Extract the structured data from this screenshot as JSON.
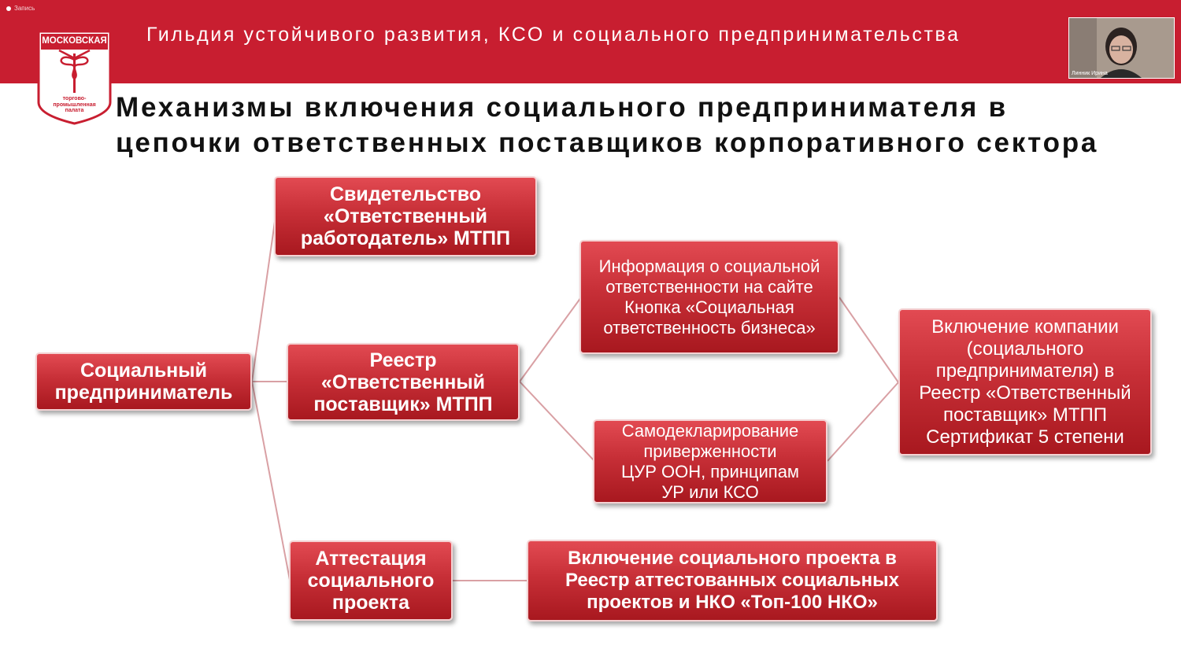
{
  "recording": {
    "label": "Запись"
  },
  "header": {
    "title": "Гильдия устойчивого развития, КСО и социального предпринимательства",
    "logo": {
      "top_text": "МОСКОВСКАЯ",
      "bottom_lines": [
        "торгово-",
        "промышленная",
        "палата"
      ]
    },
    "video": {
      "participant_name": "Линник Ирина"
    }
  },
  "slide": {
    "title_lines": [
      "Механизмы включения социального предпринимателя в",
      "цепочки ответственных поставщиков корпоративного сектора"
    ],
    "nodes": {
      "social_entrepreneur": [
        "Социальный",
        "предприниматель"
      ],
      "employer_certificate": [
        "Свидетельство",
        "«Ответственный",
        "работодатель» МТПП"
      ],
      "supplier_registry": [
        "Реестр",
        "«Ответственный",
        "поставщик» МТПП"
      ],
      "project_attestation": [
        "Аттестация",
        "социального",
        "проекта"
      ],
      "website_info": [
        "Информация о социальной",
        "ответственности на сайте",
        "Кнопка «Социальная",
        "ответственность бизнеса»"
      ],
      "self_declaration": [
        "Самодекларирование",
        "приверженности",
        "ЦУР ООН, принципам",
        "УР или КСО"
      ],
      "company_inclusion": [
        "Включение компании",
        "(социального",
        "предпринимателя) в",
        "Реестр «Ответственный",
        "поставщик» МТПП",
        "Сертификат 5 степени"
      ],
      "project_inclusion": [
        "Включение социального проекта в",
        "Реестр аттестованных социальных",
        "проектов и НКО «Топ-100 НКО»"
      ]
    }
  },
  "colors": {
    "brand_red": "#c81e30",
    "box_red": "#c72f37",
    "connector": "#d9a0a4"
  }
}
